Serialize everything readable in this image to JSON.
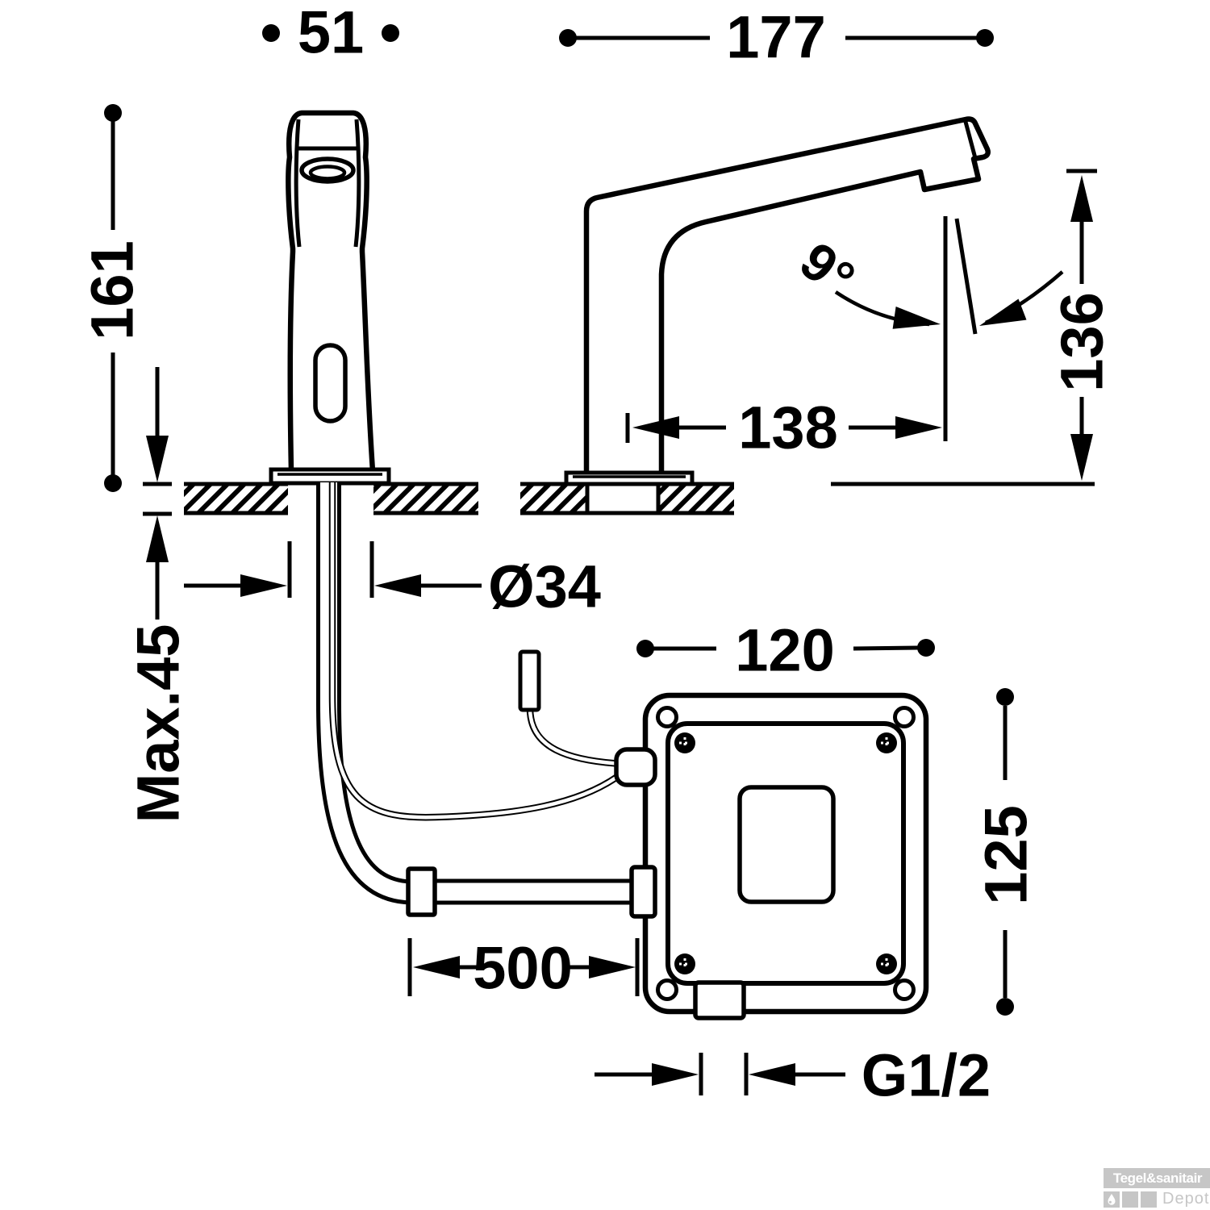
{
  "dims": {
    "front_width": "51",
    "side_length": "177",
    "front_height": "161",
    "counter_thickness": "Max.45",
    "shank_diameter": "Ø34",
    "spout_reach": "138",
    "spout_height": "136",
    "stream_angle": "9°",
    "box_width": "120",
    "box_height": "125",
    "hose_length": "500",
    "thread_size": "G1/2"
  },
  "watermark": {
    "brand": "Tegel&sanitair",
    "depot": "Depot"
  },
  "colors": {
    "line": "#000000",
    "watermark_gray": "#c6c6c6"
  }
}
